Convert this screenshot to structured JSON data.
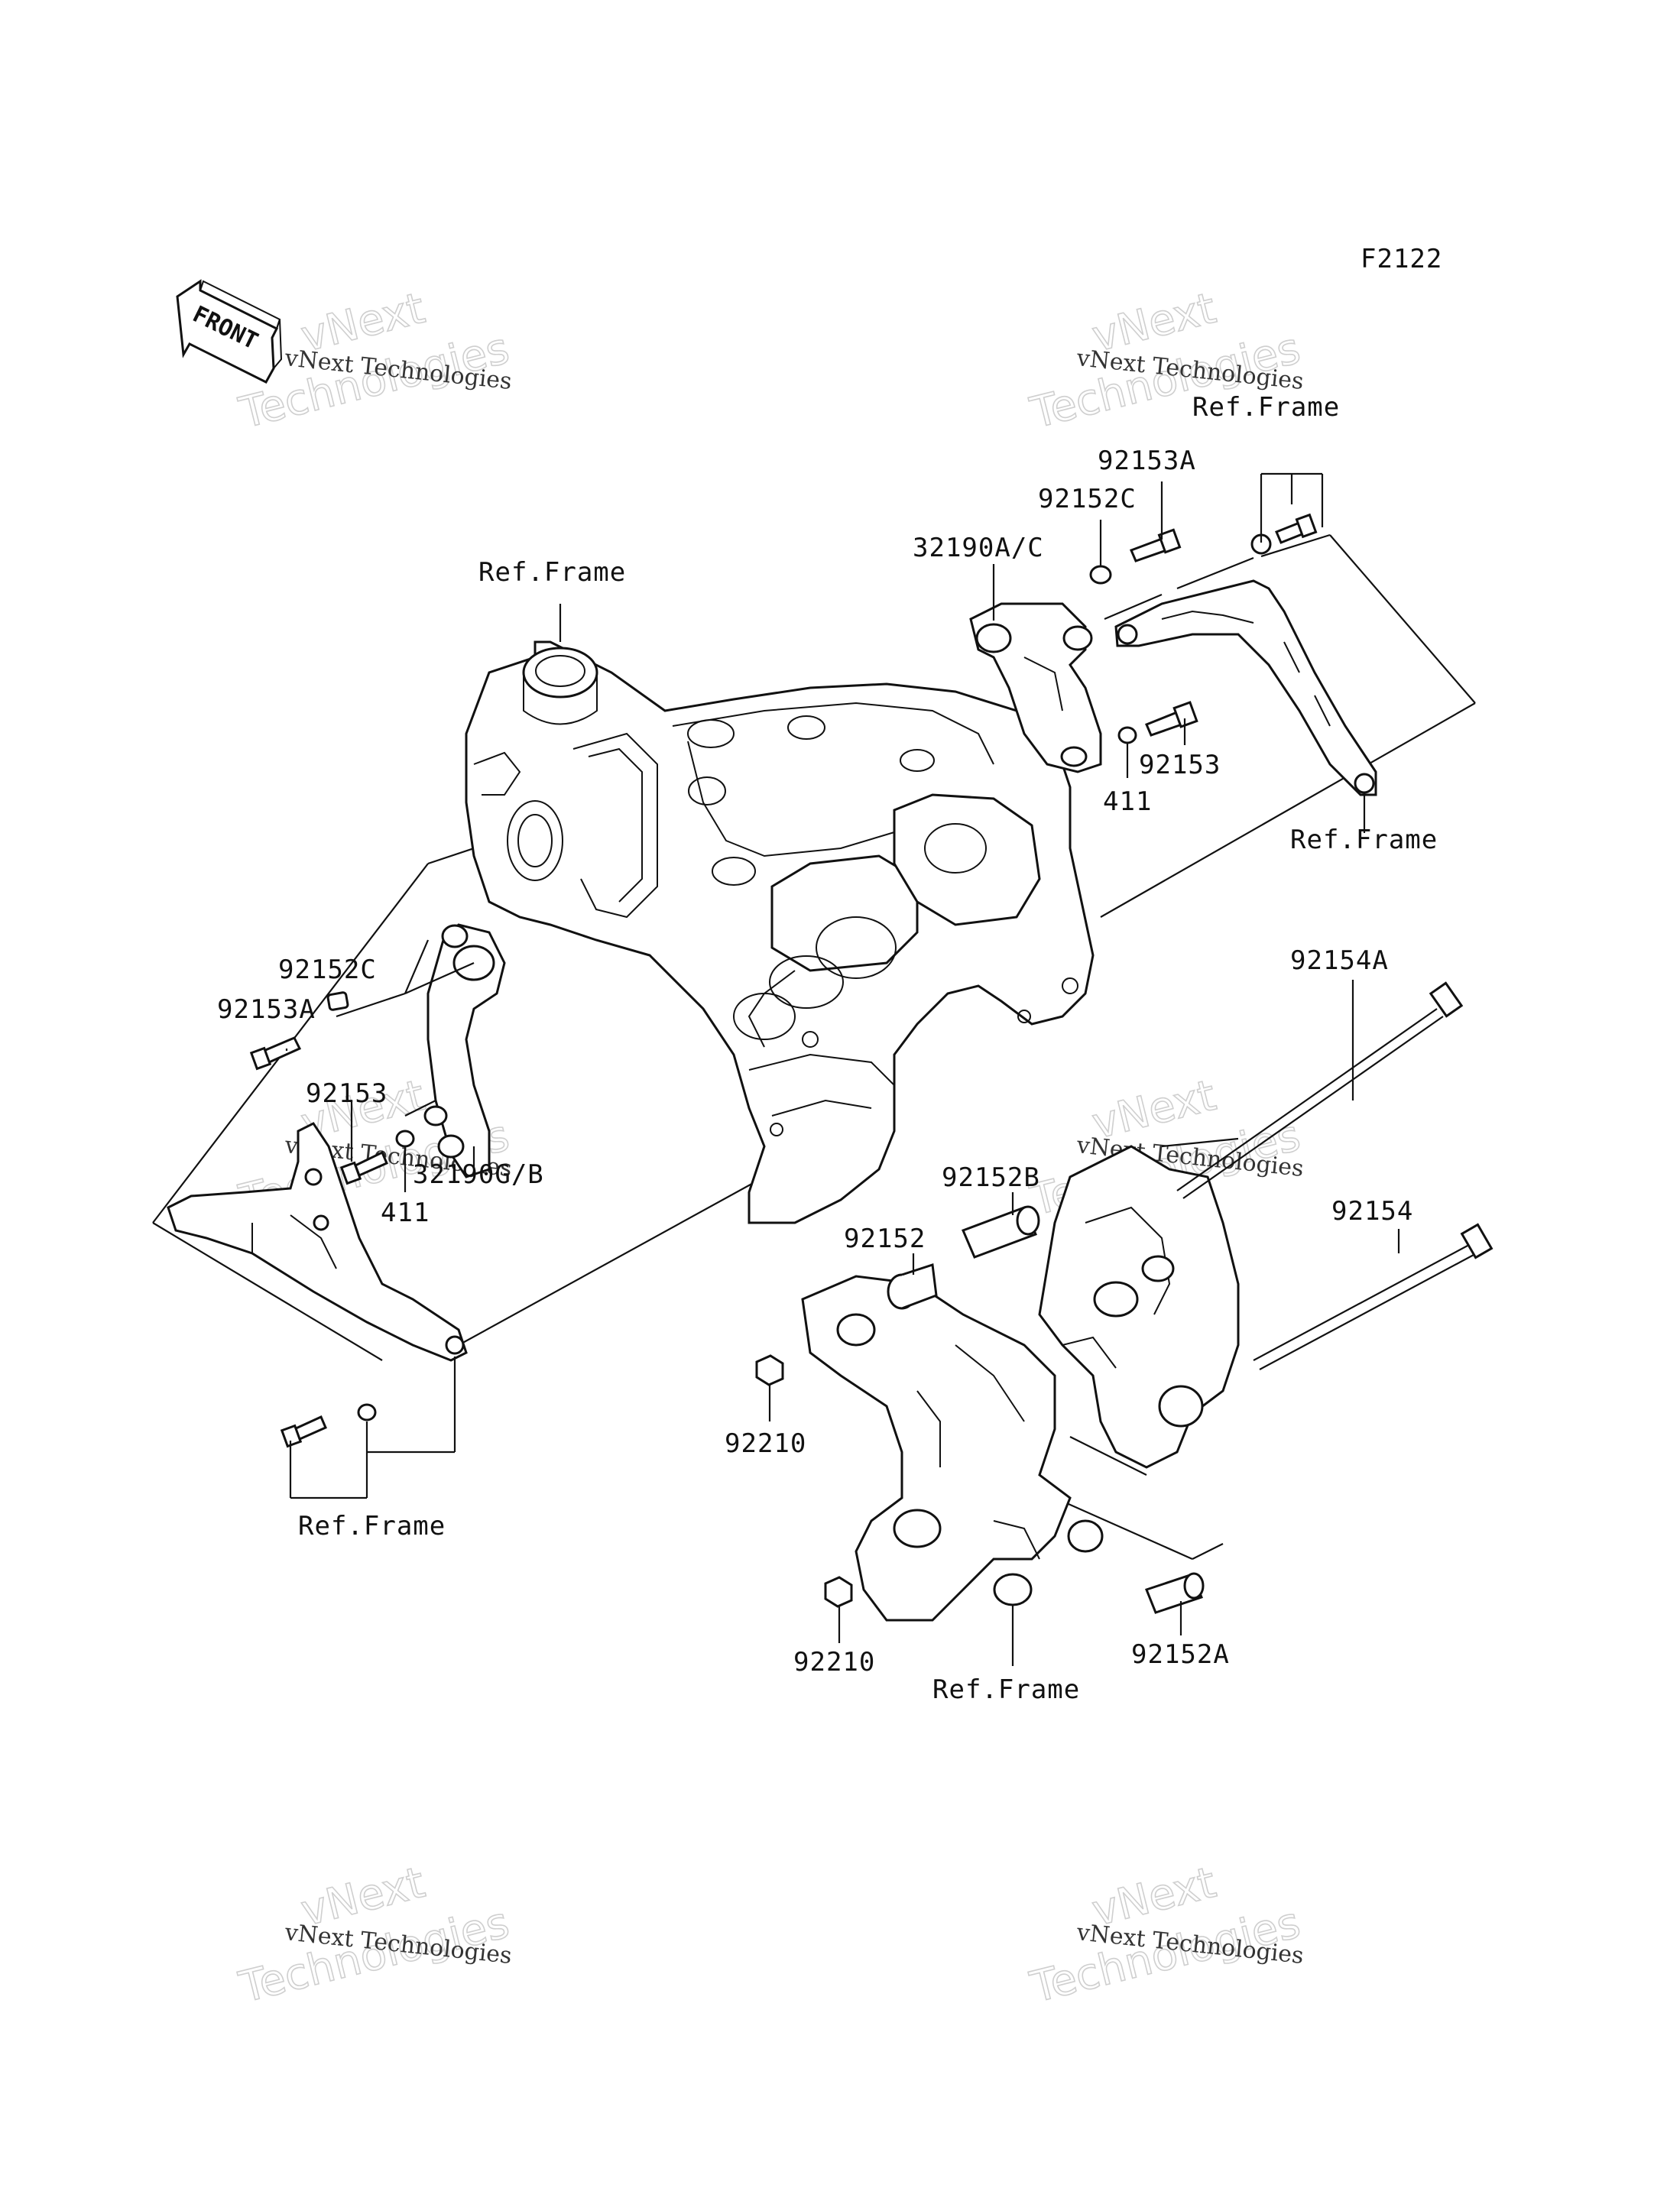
{
  "figure_code": "F2122",
  "front_badge": "FRONT",
  "watermark": {
    "small": "vNext Technologies",
    "big1": "vNext",
    "big2": "Technologies"
  },
  "labels": {
    "ref_frame_top_right": "Ref.Frame",
    "p_92153A_top": "92153A",
    "p_92152C_top": "92152C",
    "p_32190AC": "32190A/C",
    "ref_frame_top_center": "Ref.Frame",
    "p_92153_top": "92153",
    "p_411_top": "411",
    "ref_frame_right": "Ref.Frame",
    "p_92154A": "92154A",
    "p_92152C_left": "92152C",
    "p_92153A_left": "92153A",
    "p_92153_left": "92153",
    "p_32190GB": "32190G/B",
    "p_411_left": "411",
    "p_92152B": "92152B",
    "p_92152": "92152",
    "p_92154": "92154",
    "p_92210_upper": "92210",
    "ref_frame_bottom_left": "Ref.Frame",
    "p_92210_lower": "92210",
    "p_92152A": "92152A",
    "ref_frame_bottom_center": "Ref.Frame"
  }
}
